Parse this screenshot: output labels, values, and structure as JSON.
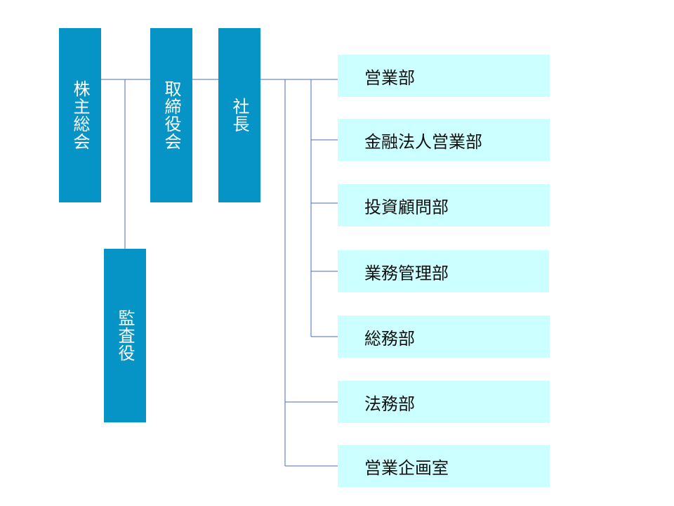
{
  "org_chart": {
    "shareholders_meeting": "株主総会",
    "board_of_directors": "取締役会",
    "president": "社長",
    "auditor": "監査役",
    "departments": [
      "営業部",
      "金融法人営業部",
      "投資顧問部",
      "業務管理部",
      "総務部",
      "法務部",
      "営業企画室"
    ]
  },
  "colors": {
    "exec_box": "#0693c6",
    "dept_box": "#ccffff",
    "connector": "#4a6fb5"
  }
}
